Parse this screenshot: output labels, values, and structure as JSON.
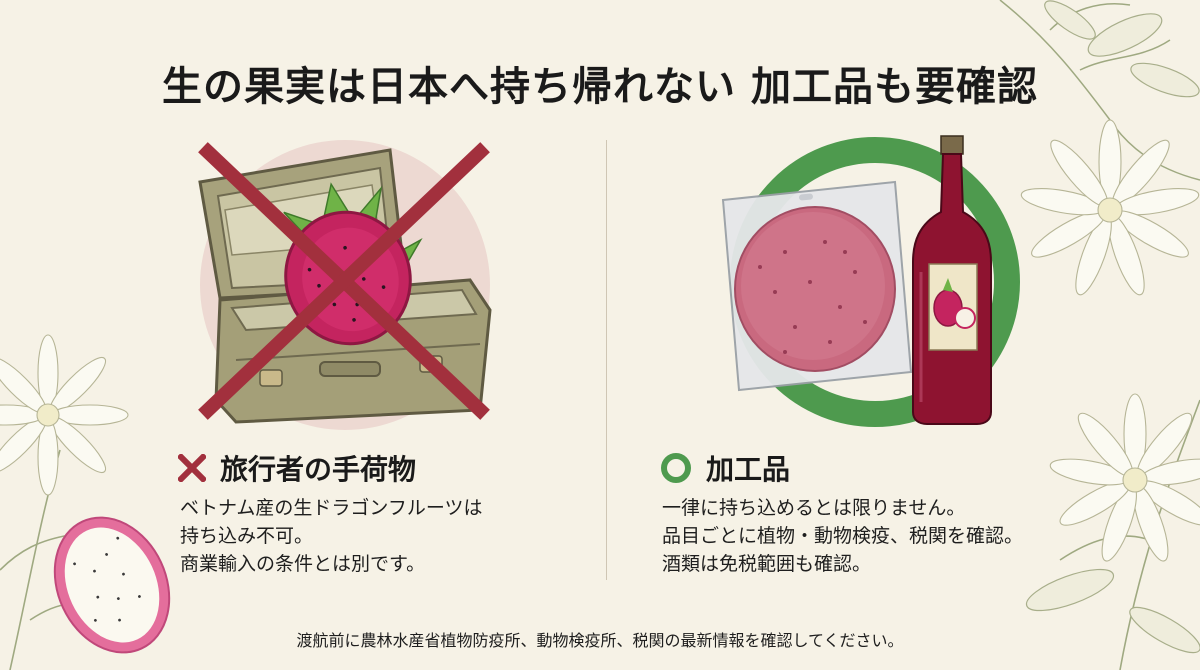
{
  "title": "生の果実は日本へ持ち帰れない 加工品も要確認",
  "left": {
    "icon": "cross-icon",
    "heading": "旅行者の手荷物",
    "lines": [
      "ベトナム産の生ドラゴンフルーツは",
      "持ち込み不可。",
      "商業輸入の条件とは別です。"
    ]
  },
  "right": {
    "icon": "circle-icon",
    "heading": "加工品",
    "lines": [
      "一律に持ち込めるとは限りません。",
      "品目ごとに植物・動物検疫、税関を確認。",
      "酒類は免税範囲も確認。"
    ]
  },
  "footer": "渡航前に農林水産省植物防疫所、動物検疫所、税関の最新情報を確認してください。",
  "colors": {
    "background": "#f6f2e6",
    "cross": "#a2303d",
    "circle": "#4e9a4e",
    "fruit": "#c4245f"
  }
}
